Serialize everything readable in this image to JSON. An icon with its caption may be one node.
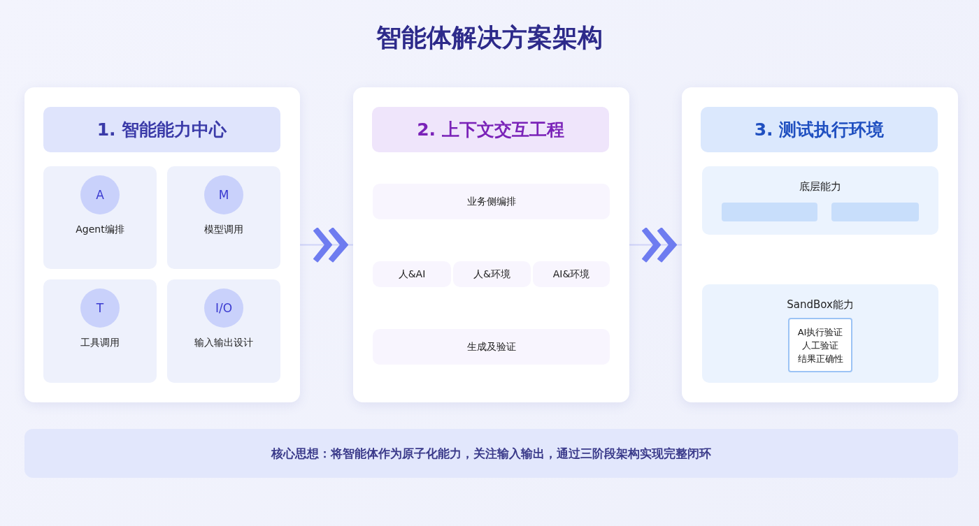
{
  "diagram": {
    "title": "智能体解决方案架构",
    "nodes": [
      {
        "text": [
          "1. 智能能力中心"
        ]
      },
      {
        "text": [
          "Agent编排"
        ],
        "in": 0
      },
      {
        "text": [
          "A"
        ],
        "in": 1
      },
      {
        "text": [
          "模型调用"
        ],
        "in": 0
      },
      {
        "text": [
          "M"
        ],
        "in": 3
      },
      {
        "text": [
          "工具调用"
        ],
        "in": 0
      },
      {
        "text": [
          "T"
        ],
        "in": 5
      },
      {
        "text": [
          "输入输出设计"
        ],
        "in": 0
      },
      {
        "text": [
          "I/O"
        ],
        "in": 7
      },
      {
        "text": [
          "2. 上下文交互工程"
        ]
      },
      {
        "text": [
          "业务侧编排"
        ],
        "in": 9
      },
      {
        "text": [
          "人&AI"
        ],
        "in": 9
      },
      {
        "text": [
          "人&环境"
        ],
        "in": 9
      },
      {
        "text": [
          "AI&环境"
        ],
        "in": 9
      },
      {
        "text": [
          "生成及验证"
        ],
        "in": 9
      },
      {
        "text": [
          "3. 测试执行环境"
        ]
      },
      {
        "text": [
          "底层能力"
        ],
        "in": 15
      },
      {
        "text": [],
        "shape": "box",
        "in": 16
      },
      {
        "text": [],
        "shape": "box",
        "in": 16
      },
      {
        "text": [
          "SandBox能力"
        ],
        "in": 15
      },
      {
        "text": [
          "AI执行验证",
          "人工验证",
          "结果正确性"
        ],
        "in": 19
      },
      {
        "text": [
          "核心思想：将智能体作为原子化能力，关注输入输出，通过三阶段架构实现完整闭环"
        ]
      }
    ],
    "edges": [
      {
        "from": 0,
        "to": 9,
        "arrow": "to"
      },
      {
        "from": 9,
        "to": 15,
        "arrow": "to"
      }
    ]
  }
}
